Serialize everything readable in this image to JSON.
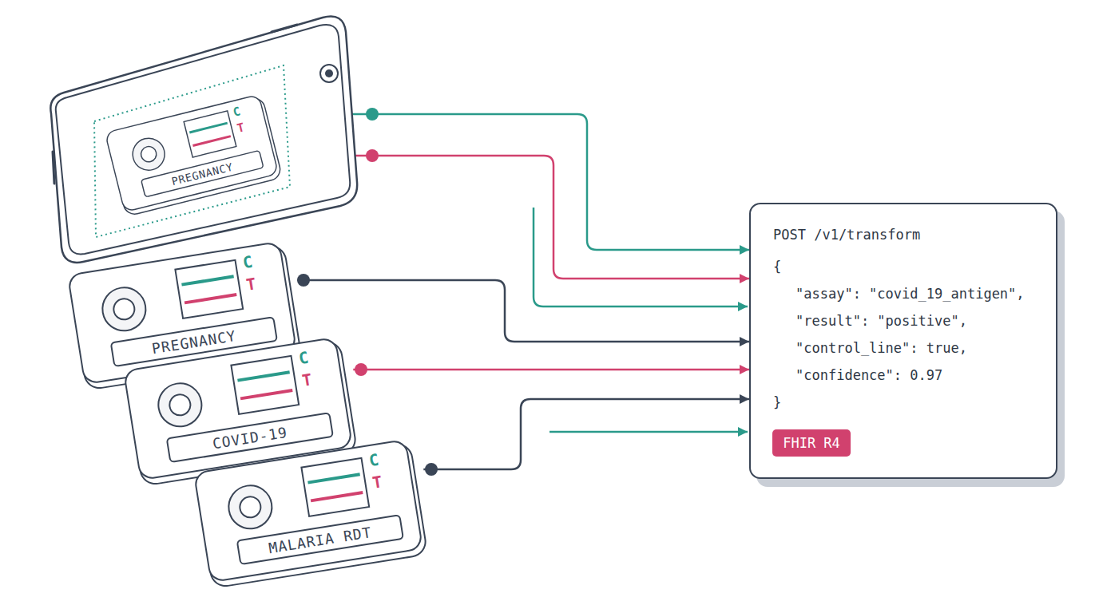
{
  "diagram": {
    "nodes": [
      {
        "text": [
          "C",
          "T",
          "PREGNANCY"
        ]
      },
      {
        "text": [
          "C",
          "T",
          "PREGNANCY"
        ]
      },
      {
        "text": [
          "C",
          "T",
          "COVID-19"
        ]
      },
      {
        "text": [
          "C",
          "T",
          "MALARIA RDT"
        ]
      },
      {
        "text": [
          "POST /v1/transform",
          "{",
          "\"assay\": \"covid_19_antigen\",",
          "\"result\": \"positive\",",
          "\"control_line\": true,",
          "\"confidence\": 0.97",
          "}"
        ]
      },
      {
        "text": [
          "FHIR R4"
        ],
        "in": 4
      }
    ],
    "edges": [
      {
        "from": 0,
        "to": 4,
        "arrow": "to"
      },
      {
        "from": 0,
        "to": 4,
        "arrow": "to"
      },
      {
        "from": 1,
        "to": 4,
        "arrow": "to"
      },
      {
        "from": 2,
        "to": 4,
        "arrow": "to"
      },
      {
        "from": 3,
        "to": 4,
        "arrow": "to"
      }
    ]
  }
}
